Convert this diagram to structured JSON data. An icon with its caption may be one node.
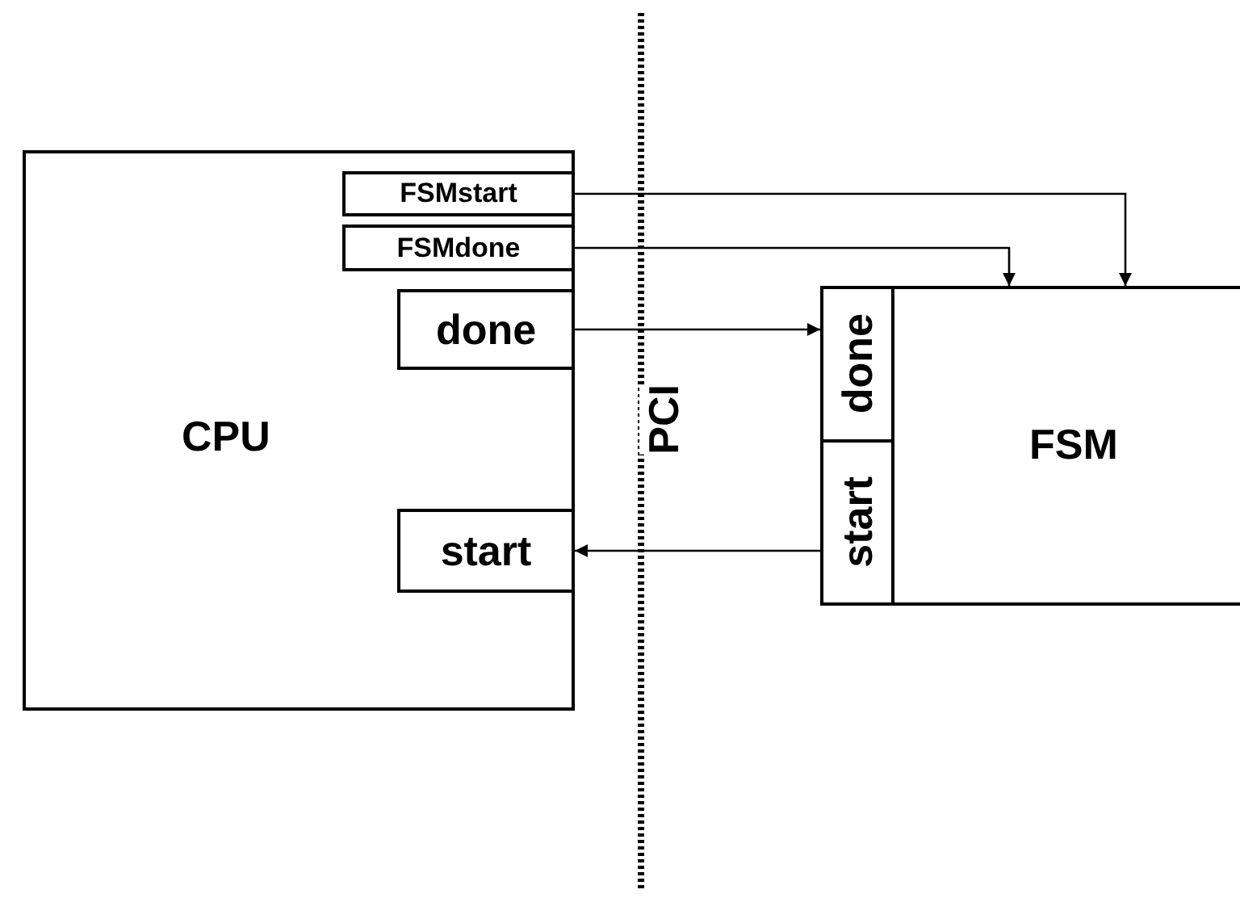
{
  "diagram": {
    "nodes": [
      {
        "text": [
          "CPU"
        ]
      },
      {
        "text": [
          "FSMstart"
        ],
        "in": 0
      },
      {
        "text": [
          "FSMdone"
        ],
        "in": 0
      },
      {
        "text": [
          "done"
        ],
        "in": 0
      },
      {
        "text": [
          "start"
        ],
        "in": 0
      },
      {
        "text": [
          "FSM"
        ]
      },
      {
        "text": [
          "done"
        ],
        "in": 5
      },
      {
        "text": [
          "start"
        ],
        "in": 5
      }
    ],
    "edges": [
      {
        "from": 1,
        "to": 5,
        "arrow": "to"
      },
      {
        "from": 2,
        "to": 5,
        "arrow": "to"
      },
      {
        "from": 3,
        "to": 6,
        "arrow": "to"
      },
      {
        "from": 7,
        "to": 4,
        "arrow": "to"
      }
    ],
    "labels": [
      "PCI"
    ]
  }
}
